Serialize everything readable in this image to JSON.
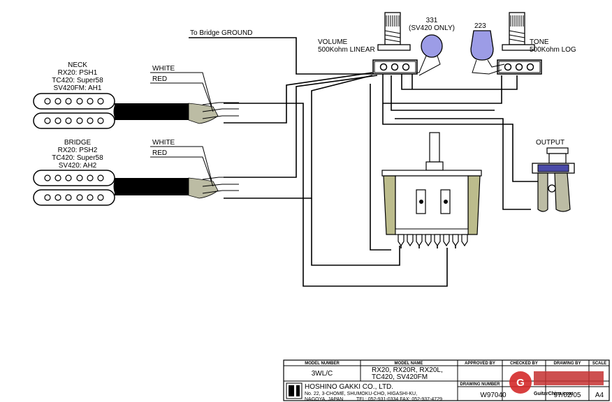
{
  "labels": {
    "bridge_ground": "To Bridge GROUND",
    "volume_title": "VOLUME",
    "volume_value": "500Kohm LINEAR",
    "tone_title": "TONE",
    "tone_value": "500Kohm LOG",
    "cap_331": "331",
    "cap_331_note": "(SV420 ONLY)",
    "cap_223": "223",
    "output": "OUTPUT"
  },
  "neck": {
    "title": "NECK",
    "lines": [
      "RX20: PSH1",
      "TC420: Super58",
      "SV420FM: AH1"
    ],
    "wire_white": "WHITE",
    "wire_red": "RED"
  },
  "bridge": {
    "title": "BRIDGE",
    "lines": [
      "RX20: PSH2",
      "TC420: Super58",
      "SV420: AH2"
    ],
    "wire_white": "WHITE",
    "wire_red": "RED"
  },
  "title_block": {
    "hdr_model_number": "MODEL NUMBER",
    "hdr_model_name": "MODEL NAME",
    "hdr_approved_by": "APPROVED BY",
    "hdr_checked_by": "CHECKED BY",
    "hdr_drawing_by": "DRAWING BY",
    "hdr_scale": "SCALE",
    "model_number": "3WL/C",
    "model_name_1": "RX20, RX20R, RX20L,",
    "model_name_2": "TC420, SV420FM",
    "company": "HOSHINO GAKKI CO., LTD.",
    "address_1": "No. 22, 3-CHOME, SHUMOKU-CHO, HIGASHI-KU,",
    "address_2": "NAGOYA, JAPAN",
    "phone": "TEL: 052-931-0334  FAX: 052-937-4729",
    "hdr_drawing_number": "DRAWING NUMBER",
    "drawing_number": "W97040",
    "date": "97/02/05",
    "scale_value": "A4"
  },
  "watermark": {
    "site": "GuitarChina.com"
  }
}
